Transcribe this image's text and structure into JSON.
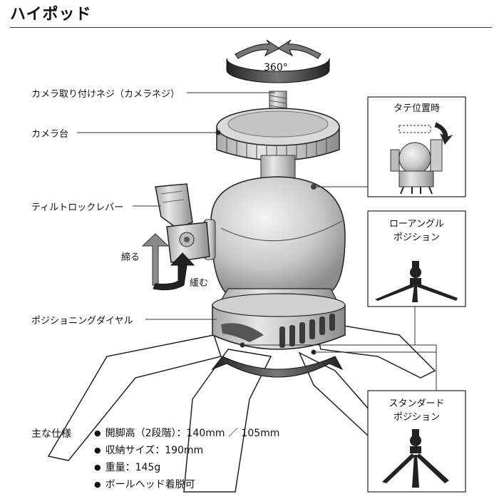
{
  "title": "ハイポッド",
  "rotation_label": "360°",
  "callouts": {
    "screw": "カメラ取り付けネジ（カメラネジ）",
    "platform": "カメラ台",
    "tilt_lever": "ティルトロックレバー",
    "tighten": "締る",
    "loosen": "緩む",
    "dial": "ポジショニングダイヤル"
  },
  "insets": {
    "vertical": "タテ位置時",
    "low_angle_line1": "ローアングル",
    "low_angle_line2": "ポジション",
    "standard_line1": "スタンダード",
    "standard_line2": "ポジション"
  },
  "specs": {
    "heading": "主な仕様",
    "items": [
      "開脚高（2段階）：140mm ／ 105mm",
      "収納サイズ：190mm",
      "重量：145g",
      "ボールヘッド着脱可"
    ]
  }
}
